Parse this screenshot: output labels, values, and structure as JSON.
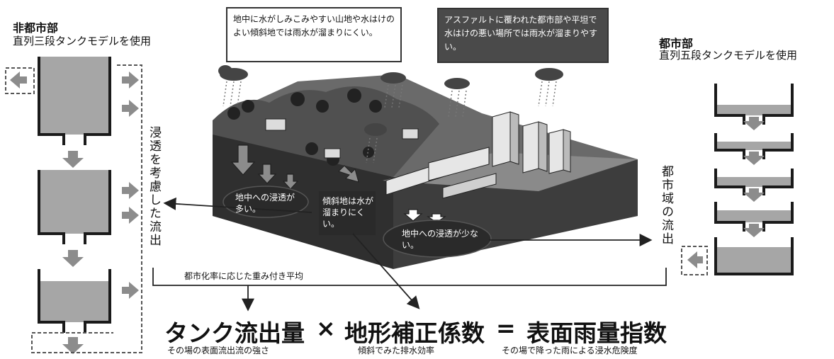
{
  "left_panel": {
    "title": "非都市部",
    "subtitle": "直列三段タンクモデルを使用",
    "infiltration_label": "浸透を考慮した流出"
  },
  "right_panel": {
    "title": "都市部",
    "subtitle": "直列五段タンクモデルを使用",
    "urban_runoff_label": "都市域の流出"
  },
  "callouts": {
    "mountain": "地中に水がしみこみやすい山地や水はけのよい傾斜地では雨水が溜まりにくい。",
    "urban": "アスファルトに覆われた都市部や平坦で水はけの悪い場所では雨水が溜まりやすい。"
  },
  "scene_labels": {
    "high_infiltration": "地中への浸透が多い。",
    "slope": "傾斜地は水が溜まりにくい。",
    "low_infiltration": "地中への浸透が少ない。"
  },
  "weighted_average_label": "都市化率に応じた重み付き平均",
  "formula": {
    "term1": "タンク流出量",
    "op1": "×",
    "term2": "地形補正係数",
    "op2": "=",
    "result": "表面雨量指数",
    "term1_sub": "その場の表面流出流の強さ",
    "term2_sub": "傾斜でみた排水効率",
    "result_sub": "その場で降った雨による浸水危険度"
  },
  "colors": {
    "tank_water": "#a6a6a6",
    "tank_wall": "#1a1a1a",
    "arrow_fill": "#8c8c8c",
    "terrain_dark": "#3a3a3a",
    "callout_dark": "#4a4a4a"
  }
}
